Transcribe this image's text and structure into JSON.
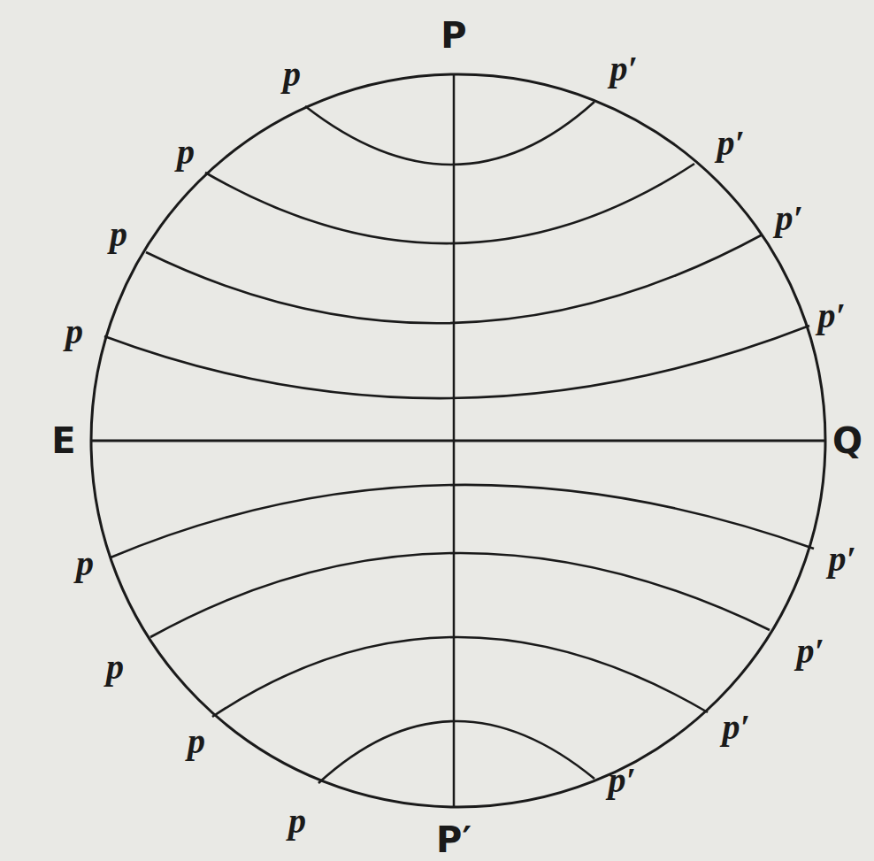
{
  "diagram": {
    "labels": [
      "P",
      "p",
      "p′",
      "p",
      "p′",
      "p",
      "p′",
      "p",
      "p′",
      "E",
      "Q",
      "p",
      "p′",
      "p",
      "p′",
      "p",
      "p′",
      "p",
      "p′",
      "P′"
    ]
  }
}
